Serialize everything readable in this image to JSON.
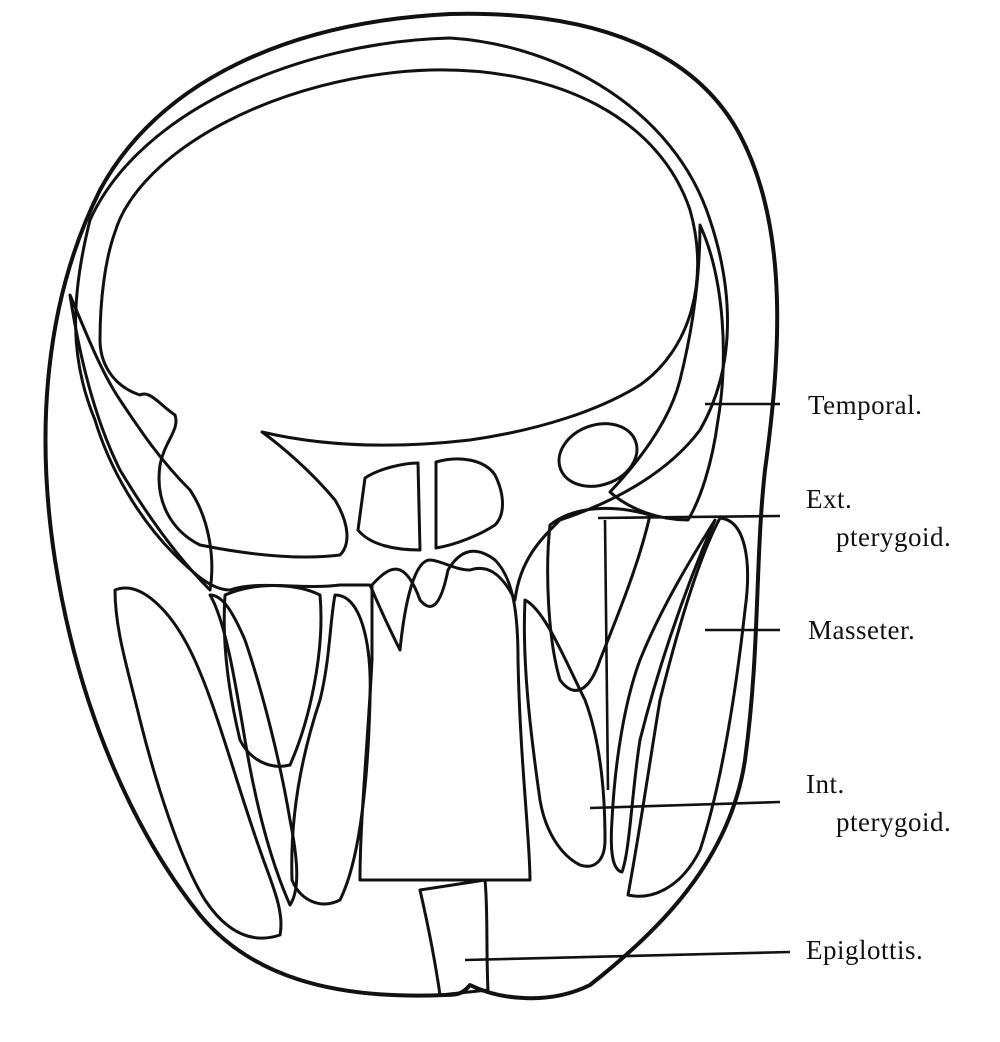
{
  "labels": {
    "temporal": "Temporal.",
    "ext_pterygoid_1": "Ext.",
    "ext_pterygoid_2": "pterygoid.",
    "masseter": "Masseter.",
    "int_pterygoid_1": "Int.",
    "int_pterygoid_2": "pterygoid.",
    "epiglottis": "Epiglottis."
  }
}
